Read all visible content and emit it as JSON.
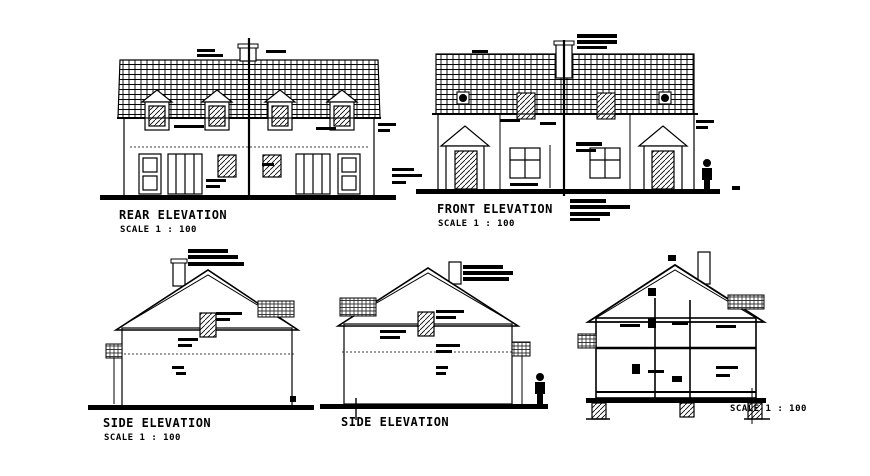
{
  "labels": {
    "rear_title": "REAR ELEVATION",
    "rear_scale": "SCALE 1 : 100",
    "front_title": "FRONT ELEVATION",
    "front_scale": "SCALE 1 : 100",
    "side1_title": "SIDE ELEVATION",
    "side1_scale": "SCALE 1 : 100",
    "side2_title": "SIDE ELEVATION",
    "section_scale": "SCALE 1 : 100"
  }
}
